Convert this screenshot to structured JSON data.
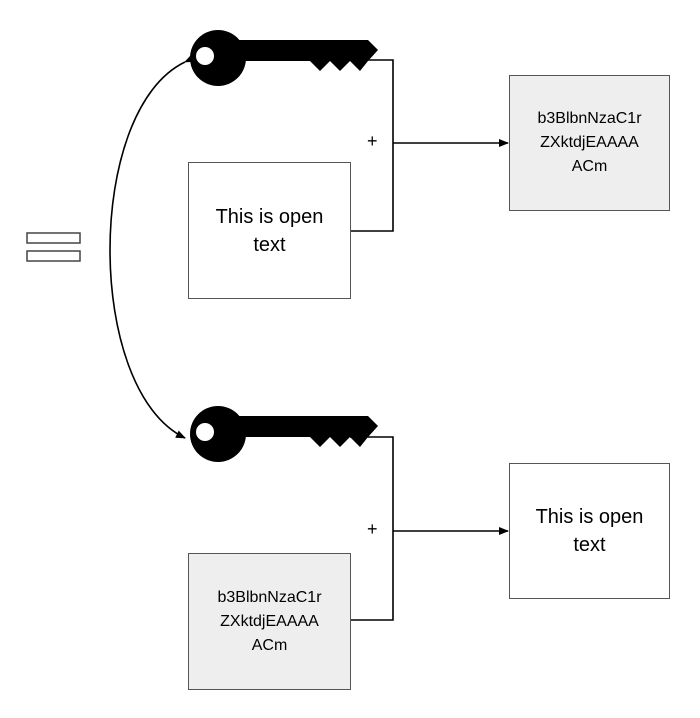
{
  "colors": {
    "line": "#000000",
    "box_border": "#555555",
    "cipher_fill": "#eeeeee",
    "plain_fill": "#ffffff",
    "key_fill": "#000000"
  },
  "icons": {
    "key": "key-icon",
    "equals": "equals-icon"
  },
  "encrypt": {
    "input_text": "This is open\ntext",
    "operator": "+",
    "output_text": "b3BlbnNzaC1r\nZXktdjEAAAA\nACm"
  },
  "decrypt": {
    "input_text": "b3BlbnNzaC1r\nZXktdjEAAAA\nACm",
    "operator": "+",
    "output_text": "This is open\ntext"
  }
}
